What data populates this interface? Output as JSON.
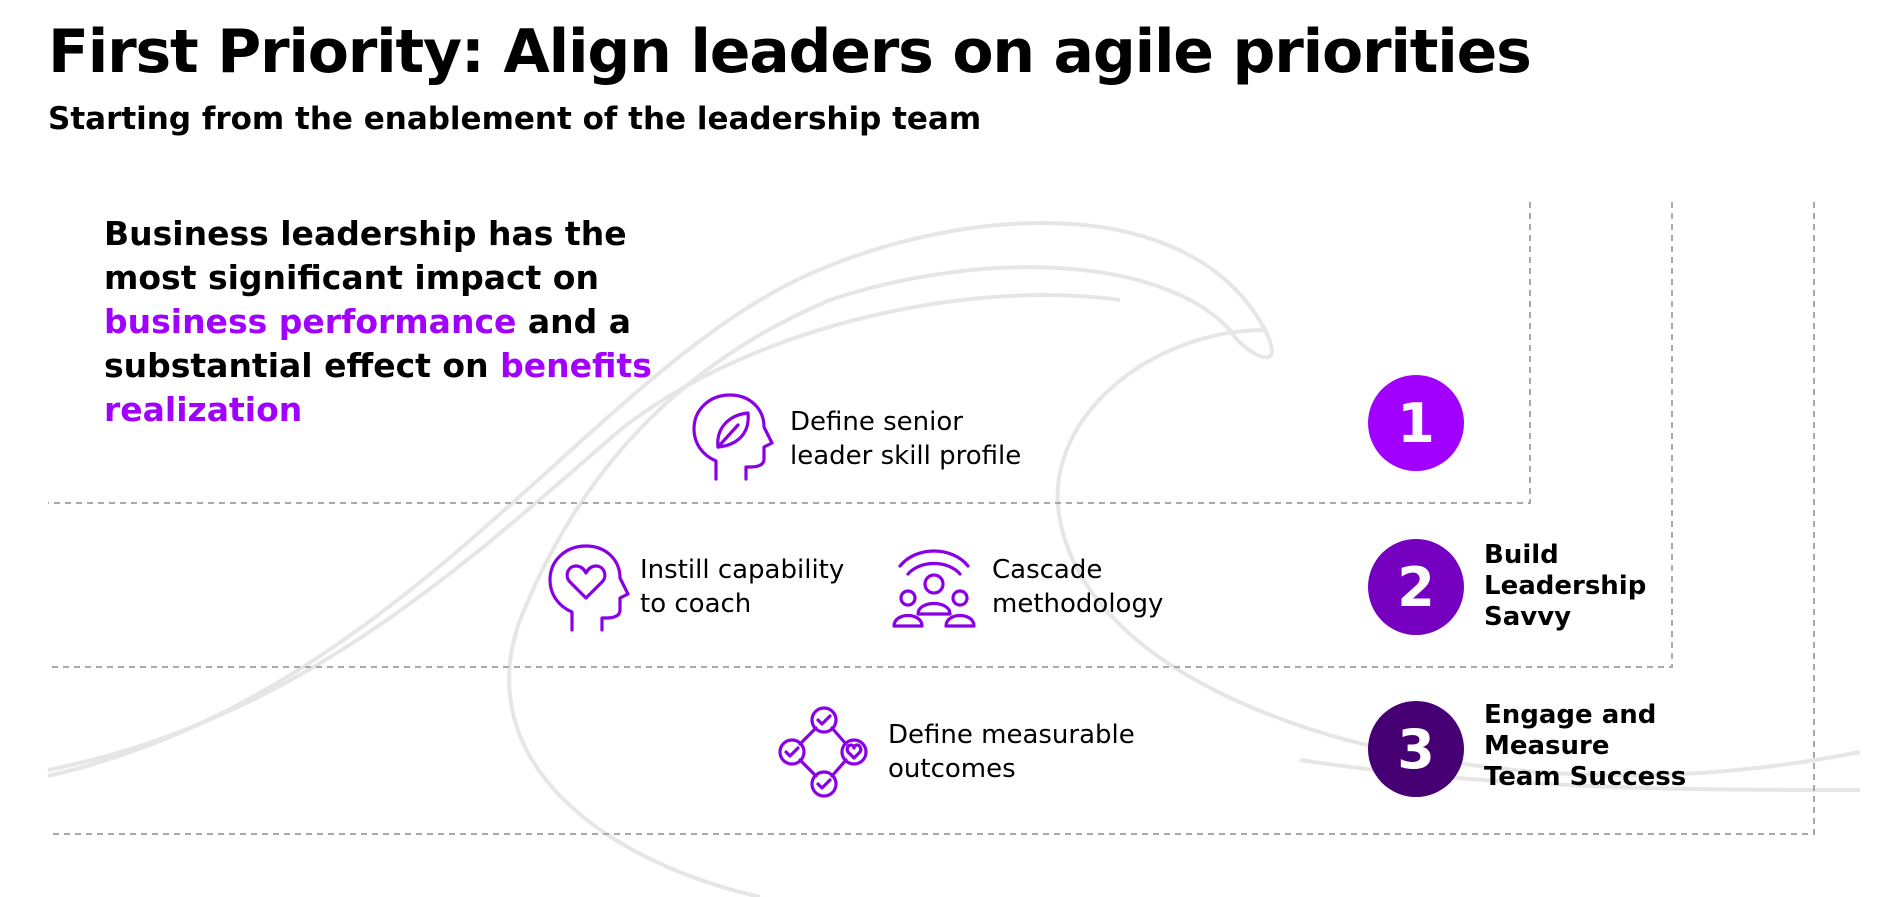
{
  "header": {
    "title": "First Priority: Align leaders on agile priorities",
    "subtitle": "Starting from the enablement of the leadership team"
  },
  "intro": {
    "part1": "Business leadership has the most significant impact on ",
    "highlight1": "business performance",
    "part2": " and a substantial effect on ",
    "highlight2": "benefits realization"
  },
  "activities": [
    {
      "line1": "Define senior",
      "line2": "leader skill profile",
      "icon": "head-leaf-icon"
    },
    {
      "line1": "Instill capability",
      "line2": "to coach",
      "icon": "head-heart-icon"
    },
    {
      "line1": "Cascade",
      "line2": "methodology",
      "icon": "group-broadcast-icon"
    },
    {
      "line1": "Define measurable",
      "line2": "outcomes",
      "icon": "connected-checks-icon"
    }
  ],
  "stages": [
    {
      "number": "1",
      "label_lines": [],
      "color": "#a100ff"
    },
    {
      "number": "2",
      "label_lines": [
        "Build",
        "Leadership",
        "Savvy"
      ],
      "color": "#7500c0"
    },
    {
      "number": "3",
      "label_lines": [
        "Engage and",
        "Measure",
        "Team Success"
      ],
      "color": "#460073"
    }
  ],
  "colors": {
    "accent": "#a100ff",
    "icon_stroke": "#8a00e6",
    "dashed_line": "#a9a9a9",
    "wave": "#e6e6e6"
  }
}
